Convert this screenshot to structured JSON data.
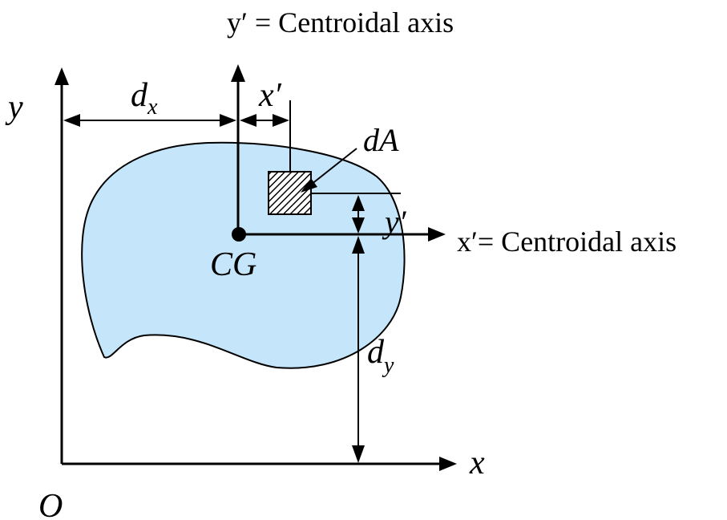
{
  "labels": {
    "y_prime_axis": "y′ = Centroidal axis",
    "x_prime_axis": "x′= Centroidal axis",
    "y_axis": "y",
    "x_axis": "x",
    "origin": "O",
    "centroid": "CG",
    "element": "dA",
    "dx_main": "d",
    "dx_sub": "x",
    "dy_main": "d",
    "dy_sub": "y",
    "x_prime_dim": "x′",
    "y_prime_dim": "y′"
  },
  "colors": {
    "area_fill": "#c5e6fa",
    "stroke": "#000000"
  }
}
